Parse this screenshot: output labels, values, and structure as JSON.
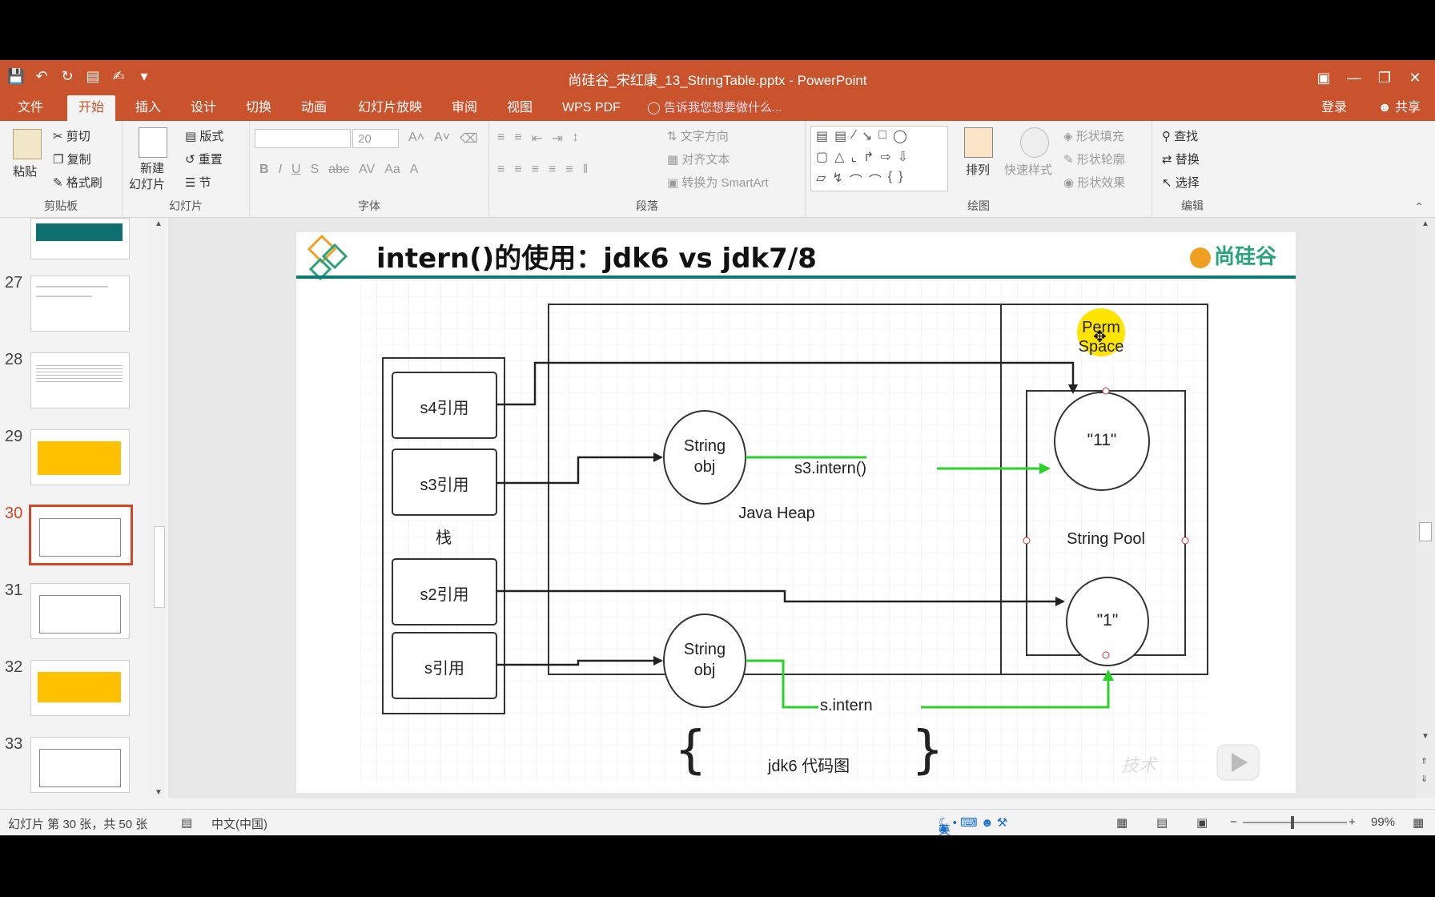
{
  "window": {
    "title": "尚硅谷_宋红康_13_StringTable.pptx - PowerPoint",
    "accent": "#c9532c"
  },
  "tabs": [
    "文件",
    "开始",
    "插入",
    "设计",
    "切换",
    "动画",
    "幻灯片放映",
    "审阅",
    "视图",
    "WPS PDF"
  ],
  "active_tab": "开始",
  "tell_me": "告诉我您想要做什么...",
  "login": "登录",
  "share": "共享",
  "ribbon": {
    "clipboard": {
      "paste": "粘贴",
      "cut": "剪切",
      "copy": "复制",
      "format_painter": "格式刷",
      "label": "剪贴板"
    },
    "slides": {
      "new_slide_1": "新建",
      "new_slide_2": "幻灯片",
      "layout": "版式",
      "reset": "重置",
      "section": "节",
      "label": "幻灯片"
    },
    "font": {
      "font_size": "20",
      "label": "字体"
    },
    "paragraph": {
      "text_direction": "文字方向",
      "align_text": "对齐文本",
      "smartart": "转换为 SmartArt",
      "label": "段落"
    },
    "drawing": {
      "arrange": "排列",
      "quick_styles": "快速样式",
      "shape_fill": "形状填充",
      "shape_outline": "形状轮廓",
      "shape_effects": "形状效果",
      "label": "绘图"
    },
    "editing": {
      "find": "查找",
      "replace": "替换",
      "select": "选择",
      "label": "编辑"
    }
  },
  "thumbnails": [
    {
      "num": "",
      "kind": "teal"
    },
    {
      "num": "27",
      "kind": "text"
    },
    {
      "num": "28",
      "kind": "text"
    },
    {
      "num": "29",
      "kind": "yellow"
    },
    {
      "num": "30",
      "kind": "diagram",
      "selected": true
    },
    {
      "num": "31",
      "kind": "diagram"
    },
    {
      "num": "32",
      "kind": "yellow"
    },
    {
      "num": "33",
      "kind": "diagram"
    }
  ],
  "slide": {
    "title": "intern()的使用：jdk6 vs jdk7/8",
    "brand": "尚硅谷",
    "stack_label": "栈",
    "refs": [
      "s4引用",
      "s3引用",
      "s2引用",
      "s引用"
    ],
    "string_obj_1": [
      "String",
      "obj"
    ],
    "string_obj_2": [
      "String",
      "obj"
    ],
    "heap_label": "Java Heap",
    "perm_label": [
      "Perm",
      "Space"
    ],
    "pool_label": "String Pool",
    "pool_items": [
      "\"11\"",
      "\"1\""
    ],
    "s3_intern": "s3.intern()",
    "s_intern": "s.intern",
    "caption": "jdk6 代码图",
    "watermark": "技术"
  },
  "status": {
    "slide_info": "幻灯片 第 30 张，共 50 张",
    "language": "中文(中国)",
    "ime": "英",
    "zoom": "99%"
  }
}
